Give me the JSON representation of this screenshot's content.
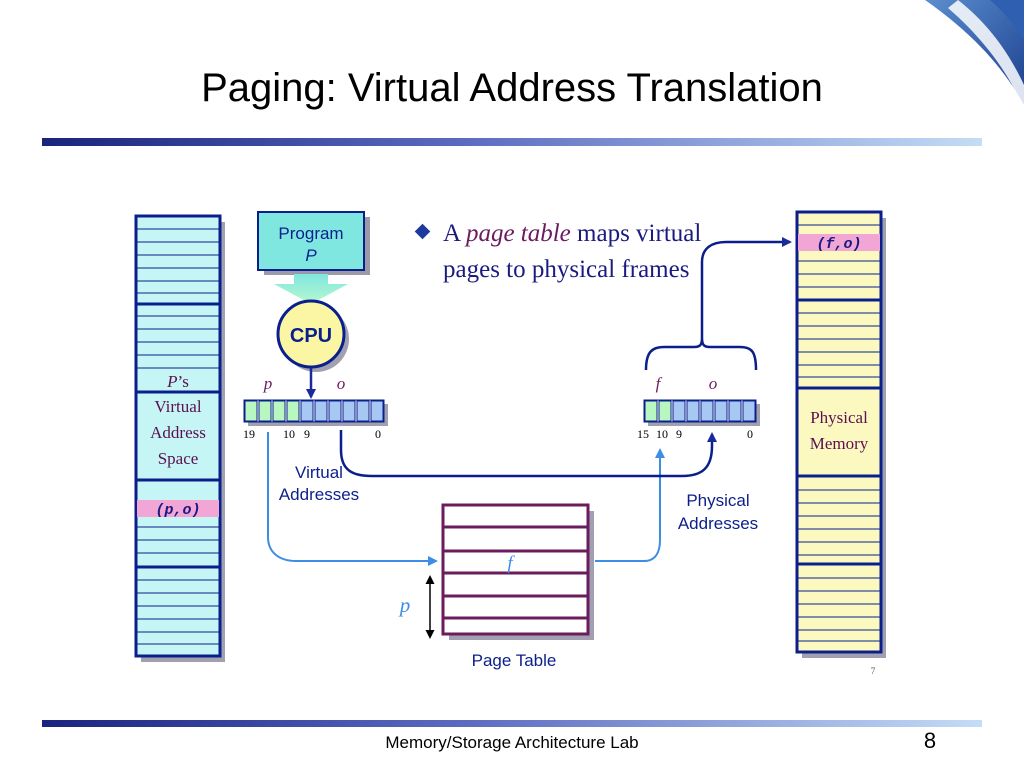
{
  "slide": {
    "title": "Paging: Virtual Address Translation",
    "footer": "Memory/Storage Architecture Lab",
    "page_number": "8",
    "figure_page_number": "7"
  },
  "bullet": {
    "prefix": "A ",
    "emphasis": "page table",
    "suffix": " maps virtual pages to physical frames"
  },
  "virtual_space": {
    "label_line1_italic": "P",
    "label_line1_rest": "’s",
    "label_line2": "Virtual",
    "label_line3": "Address",
    "label_line4": "Space",
    "entry": "(p,o)"
  },
  "program": {
    "line1": "Program",
    "line2": "P"
  },
  "cpu": {
    "label": "CPU"
  },
  "virtual_address": {
    "field_p": "p",
    "field_o": "o",
    "bit_19": "19",
    "bit_10": "10",
    "bit_9": "9",
    "bit_0": "0",
    "label_line1": "Virtual",
    "label_line2": "Addresses"
  },
  "physical_address": {
    "field_f": "f",
    "field_o": "o",
    "bit_15": "15",
    "bit_10": "10",
    "bit_9": "9",
    "bit_0": "0",
    "label_line1": "Physical",
    "label_line2": "Addresses"
  },
  "page_table": {
    "entry": "f",
    "index": "p",
    "label": "Page Table"
  },
  "physical_memory": {
    "entry": "(f,o)",
    "label_line1": "Physical",
    "label_line2": "Memory"
  },
  "colors": {
    "dark_blue": "#0b1f8c",
    "light_cyan": "#c6f5f5",
    "light_yellow": "#fbf8c0",
    "pink": "#f2a6d6",
    "page_table_purple": "#6b1c5e",
    "bright_blue": "#3d8ce6",
    "cpu_yellow": "#fbf6a4"
  }
}
